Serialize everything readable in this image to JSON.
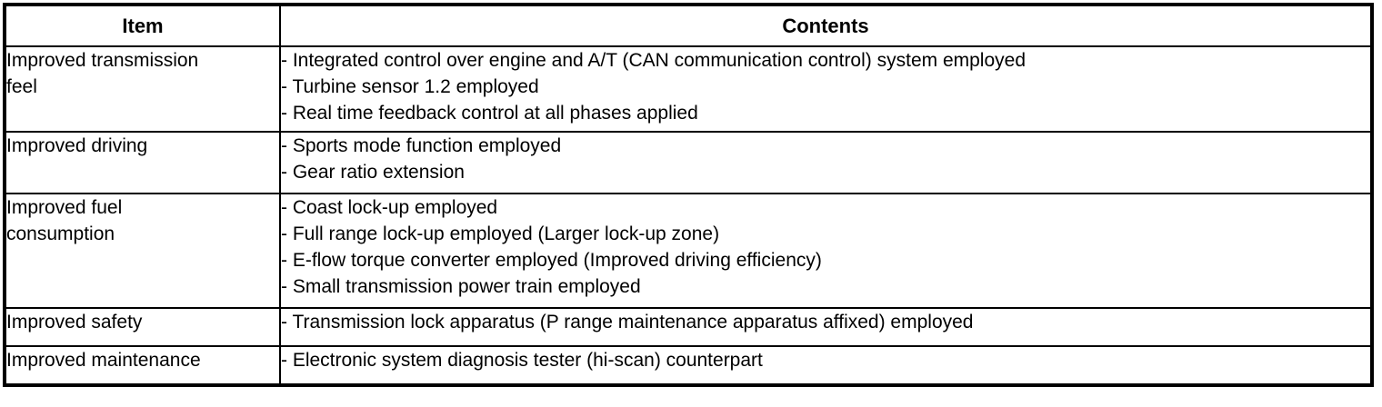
{
  "table": {
    "headers": {
      "item": "Item",
      "contents": "Contents"
    },
    "rows": [
      {
        "item_lines": [
          "Improved transmission",
          "feel"
        ],
        "contents_lines": [
          "- Integrated control over engine and A/T (CAN communication control) system employed",
          "- Turbine sensor 1.2 employed",
          "- Real time feedback control at all phases applied"
        ]
      },
      {
        "item_lines": [
          "Improved driving"
        ],
        "contents_lines": [
          "- Sports mode function employed",
          "- Gear ratio extension"
        ]
      },
      {
        "item_lines": [
          "Improved fuel",
          "consumption"
        ],
        "contents_lines": [
          "- Coast lock-up employed",
          "- Full range lock-up employed (Larger lock-up zone)",
          "- E-flow torque converter employed (Improved driving efficiency)",
          "- Small transmission power train employed"
        ]
      },
      {
        "item_lines": [
          "Improved safety"
        ],
        "contents_lines": [
          "- Transmission lock apparatus (P range maintenance apparatus affixed) employed"
        ]
      },
      {
        "item_lines": [
          "Improved maintenance"
        ],
        "contents_lines": [
          "- Electronic system diagnosis tester (hi-scan) counterpart"
        ]
      }
    ],
    "colors": {
      "border": "#000000",
      "text": "#000000",
      "background": "#ffffff"
    }
  }
}
